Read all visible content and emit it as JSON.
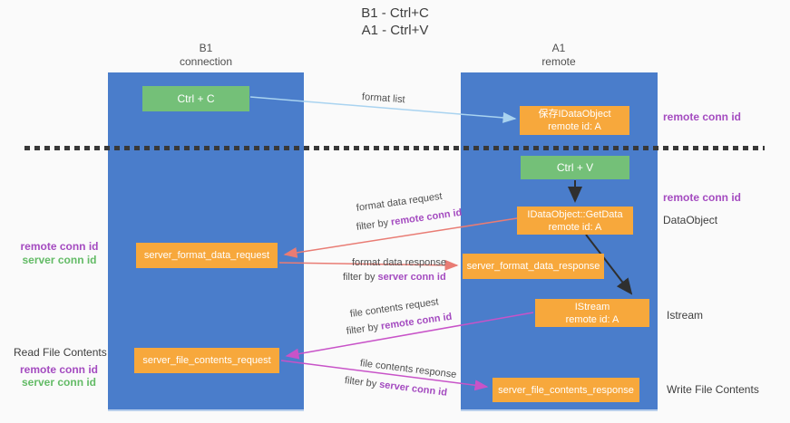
{
  "title": {
    "line1": "B1 - Ctrl+C",
    "line2": "A1 - Ctrl+V"
  },
  "lanes": {
    "left": {
      "name": "B1",
      "subtitle": "connection"
    },
    "right": {
      "name": "A1",
      "subtitle": "remote"
    }
  },
  "nodes": {
    "ctrl_c": {
      "label": "Ctrl + C"
    },
    "save_dataobject": {
      "line1": "保存IDataObject",
      "line2": "remote id: A"
    },
    "ctrl_v": {
      "label": "Ctrl + V"
    },
    "getdata": {
      "line1": "IDataObject::GetData",
      "line2": "remote id: A"
    },
    "server_format_data_request": {
      "label": "server_format_data_request"
    },
    "server_format_data_response": {
      "label": "server_format_data_response"
    },
    "istream": {
      "line1": "IStream",
      "line2": "remote id: A"
    },
    "server_file_contents_request": {
      "label": "server_file_contents_request"
    },
    "server_file_contents_response": {
      "label": "server_file_contents_response"
    }
  },
  "flow_labels": {
    "format_list": "format list",
    "format_data_request": "format data request",
    "format_data_response": "format data response",
    "file_contents_request": "file contents request",
    "file_contents_response": "file contents response",
    "filter_by": "filter by ",
    "remote_conn_id": "remote conn id",
    "server_conn_id": "server conn id"
  },
  "side_labels": {
    "remote_conn_id_top": "remote conn id",
    "remote_conn_id_mid": "remote conn id",
    "dataobject": "DataObject",
    "istream": "Istream",
    "write_file_contents": "Write File Contents",
    "read_file_contents": "Read File Contents",
    "left_remote_conn_id": "remote conn id",
    "left_server_conn_id": "server conn id",
    "read_remote_conn_id": "remote conn id",
    "read_server_conn_id": "server conn id"
  },
  "colors": {
    "bg": "#fafafa",
    "panel": "#4a7dcb",
    "orange": "#f7a83c",
    "greenbox": "#74c078",
    "purple": "#a44bc0",
    "greenlabel": "#63bb66",
    "arrowblue": "#a9d3f0",
    "arrowred": "#e97c74",
    "arrowmag": "#c853c8",
    "arrowblack": "#2f2f2f",
    "dash": "#383838",
    "text": "#3e3e3e",
    "muted": "#4f4f4f"
  }
}
